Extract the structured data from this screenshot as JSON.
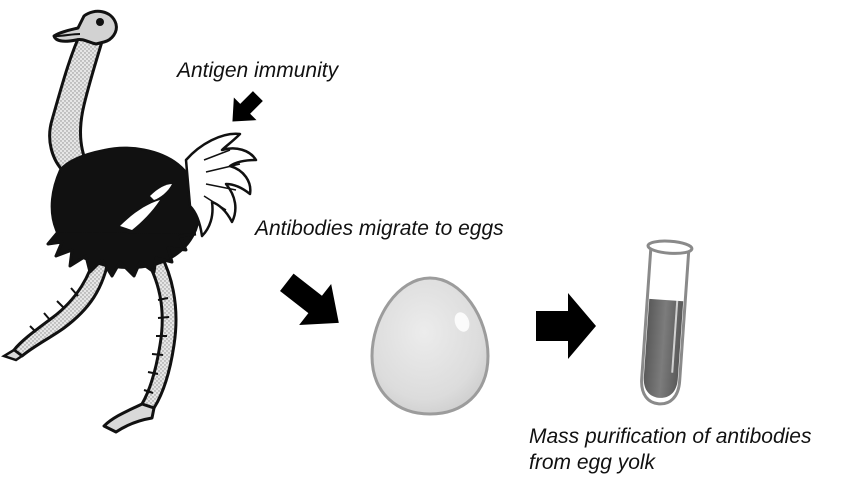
{
  "captions": {
    "antigen_immunity": "Antigen immunity",
    "antibodies_migrate": "Antibodies migrate to eggs",
    "mass_purification_line1": "Mass purification of antibodies",
    "mass_purification_line2": "from egg yolk"
  },
  "icons": {
    "bird": "ostrich-illustration",
    "arrow_1": "arrow-icon",
    "arrow_2": "arrow-icon",
    "arrow_3": "arrow-icon",
    "egg": "egg-icon",
    "tube": "test-tube-icon"
  },
  "colors": {
    "ink": "#111111",
    "egg_fill": "#e2e2e2",
    "egg_outline": "#9c9c9c",
    "tube_liquid": "#6e6e6e",
    "neck_fill": "#d9d9d9"
  }
}
